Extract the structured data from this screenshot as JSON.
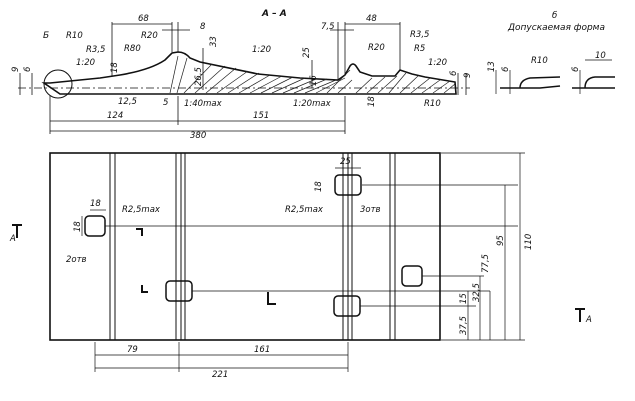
{
  "labels": {
    "section_title": "А – А",
    "variant_num": "б",
    "variant_title": "Допускаемая форма",
    "detail_mark": "Б",
    "section_mark": "А"
  },
  "section_dims": {
    "d68": "68",
    "d8": "8",
    "d7_5": "7,5",
    "d48": "48",
    "r10_left": "R10",
    "r3_5_left": "R3,5",
    "slope_left": "1:20",
    "r80": "R80",
    "r20_left": "R20",
    "d33": "33",
    "slope_mid": "1:20",
    "d25": "25",
    "r20_right": "R20",
    "r3_5_right": "R3,5",
    "r5": "R5",
    "slope_right": "1:20",
    "d9_left": "9",
    "d6_left": "6",
    "d18_left": "18",
    "d12_5": "12,5",
    "d5": "5",
    "d26_5": "26,5",
    "slope_1_40": "1:40max",
    "d16": "16",
    "slope_20max": "1:20max",
    "d18_right": "18",
    "r10_right": "R10",
    "d6_right": "6",
    "d9_right": "9",
    "d124": "124",
    "d151": "151",
    "d380": "380"
  },
  "variant_dims": {
    "d13": "13",
    "d6_a": "6",
    "r10": "R10",
    "d6_b": "6",
    "d10": "10"
  },
  "plan_dims": {
    "d18_hole": "18",
    "d18_hole_v": "18",
    "r2_5_left": "R2,5max",
    "n2_holes": "2отв",
    "d25": "25",
    "d18_top": "18",
    "r2_5_right": "R2,5max",
    "n3_holes": "3отв",
    "d110": "110",
    "d95": "95",
    "d77_5": "77,5",
    "d32_5": "32,5",
    "d15": "15",
    "d37_5": "37,5",
    "d79": "79",
    "d161": "161",
    "d221": "221"
  }
}
